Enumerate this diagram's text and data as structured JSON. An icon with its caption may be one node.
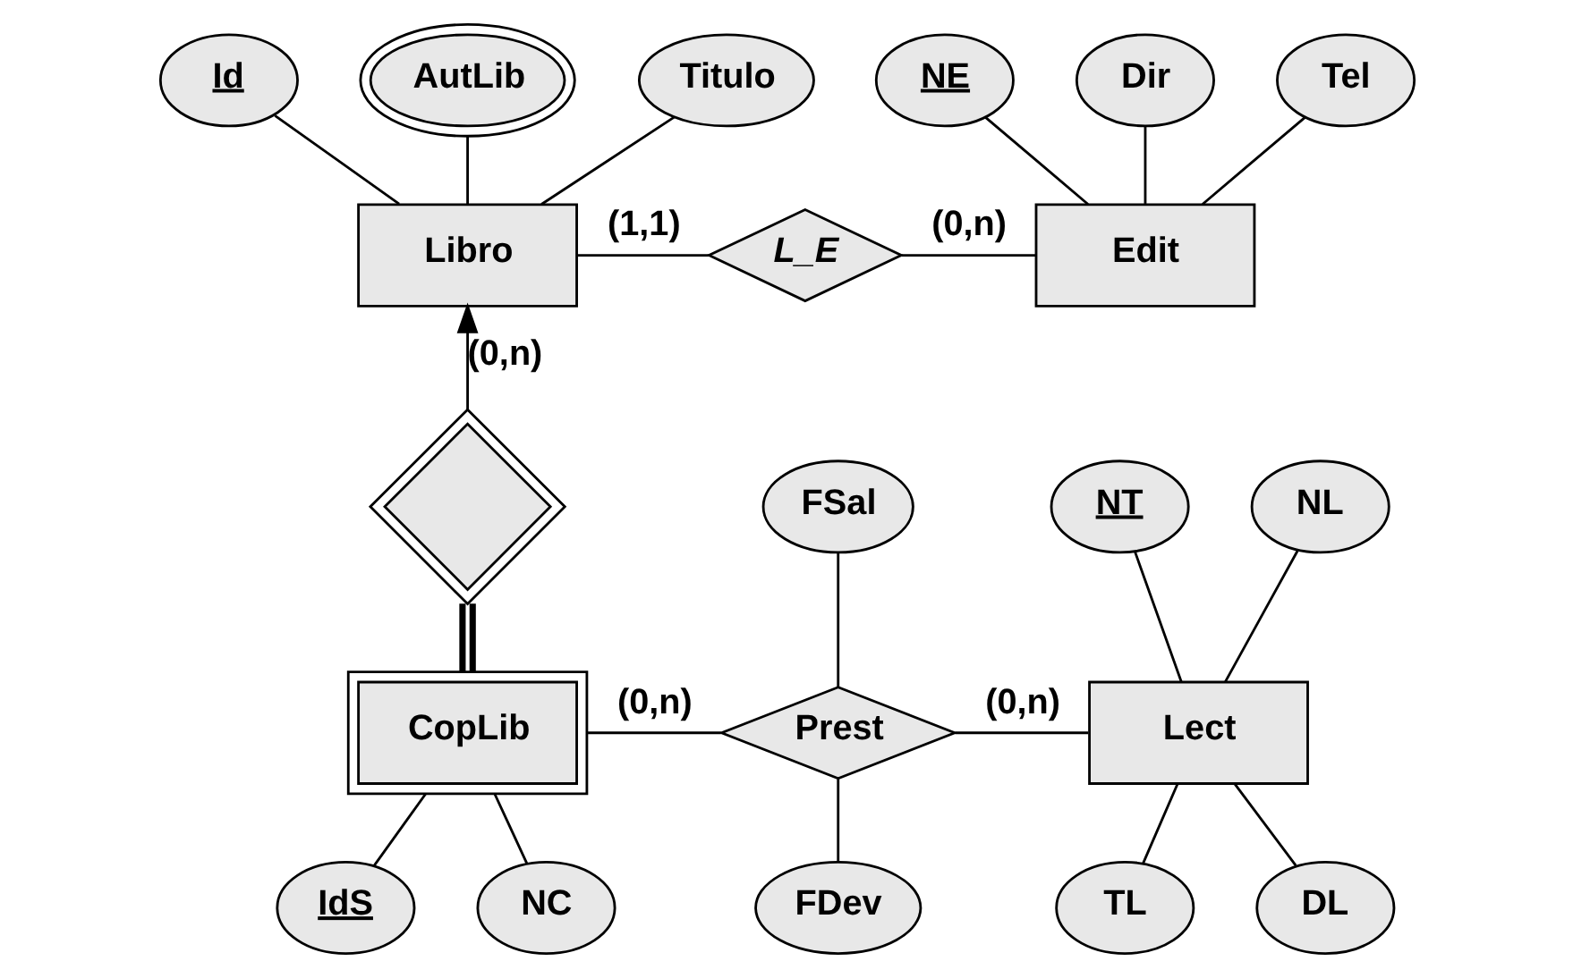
{
  "diagram": {
    "nodes": [
      {
        "text": [
          "Libro"
        ]
      },
      {
        "text": [
          "Id"
        ]
      },
      {
        "text": [
          "AutLib"
        ]
      },
      {
        "text": [
          "Titulo"
        ]
      },
      {
        "text": [
          "L_E"
        ]
      },
      {
        "text": [
          "Edit"
        ]
      },
      {
        "text": [
          "NE"
        ]
      },
      {
        "text": [
          "Dir"
        ]
      },
      {
        "text": [
          "Tel"
        ]
      },
      {
        "text": [],
        "shape": "diamond"
      },
      {
        "text": [
          "CopLib"
        ]
      },
      {
        "text": [
          "IdS"
        ]
      },
      {
        "text": [
          "NC"
        ]
      },
      {
        "text": [
          "Prest"
        ]
      },
      {
        "text": [
          "FSal"
        ]
      },
      {
        "text": [
          "FDev"
        ]
      },
      {
        "text": [
          "Lect"
        ]
      },
      {
        "text": [
          "NT"
        ]
      },
      {
        "text": [
          "NL"
        ]
      },
      {
        "text": [
          "DL"
        ]
      },
      {
        "text": [
          "TL"
        ]
      }
    ],
    "edges": [
      {
        "from": 1,
        "to": 0,
        "arrow": "none"
      },
      {
        "from": 2,
        "to": 0,
        "arrow": "none"
      },
      {
        "from": 3,
        "to": 0,
        "arrow": "none"
      },
      {
        "from": 0,
        "to": 4,
        "arrow": "none",
        "label": "(1,1)"
      },
      {
        "from": 4,
        "to": 5,
        "arrow": "none",
        "label": "(0,n)"
      },
      {
        "from": 6,
        "to": 5,
        "arrow": "none"
      },
      {
        "from": 7,
        "to": 5,
        "arrow": "none"
      },
      {
        "from": 8,
        "to": 5,
        "arrow": "none"
      },
      {
        "from": 9,
        "to": 0,
        "arrow": "to",
        "label": "(0,n)"
      },
      {
        "from": 10,
        "to": 9,
        "arrow": "none",
        "style": "thick"
      },
      {
        "from": 11,
        "to": 10,
        "arrow": "none"
      },
      {
        "from": 12,
        "to": 10,
        "arrow": "none"
      },
      {
        "from": 10,
        "to": 13,
        "arrow": "none",
        "label": "(0,n)"
      },
      {
        "from": 13,
        "to": 16,
        "arrow": "none",
        "label": "(0,n)"
      },
      {
        "from": 14,
        "to": 13,
        "arrow": "none"
      },
      {
        "from": 15,
        "to": 13,
        "arrow": "none"
      },
      {
        "from": 17,
        "to": 16,
        "arrow": "none"
      },
      {
        "from": 18,
        "to": 16,
        "arrow": "none"
      },
      {
        "from": 19,
        "to": 16,
        "arrow": "none"
      },
      {
        "from": 20,
        "to": 16,
        "arrow": "none"
      }
    ]
  }
}
